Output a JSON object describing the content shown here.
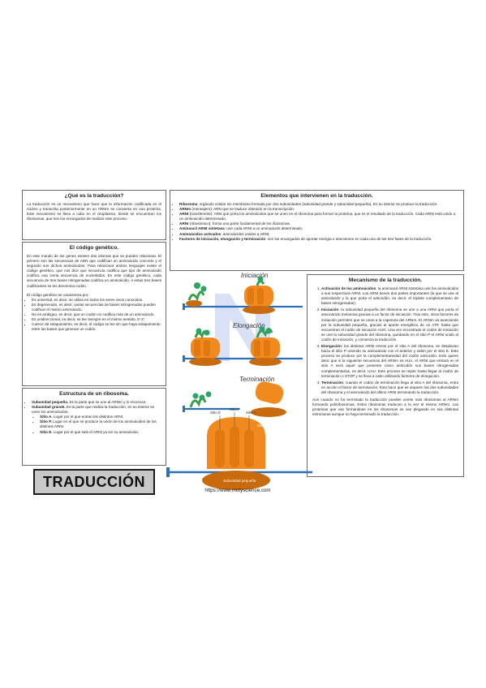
{
  "que_es": {
    "title": "¿Qué es la traducción?",
    "body": "La traducción es un mecanismo que hace que la información codificada en el núcleo y transcrita posteriormente en un ARNm se convierta en una proteína. Este mecanismo se lleva a cabo en el citoplasma, donde se encuentran los ribosomas, que son los encargados de realizar este proceso."
  },
  "codigo": {
    "title": "El código genético.",
    "intro": "En este mundo de los genes existen dos idiomas que se pueden relacionar. El primero son las secuencias de ADN que codifican un aminoácido concreto y el segundo son dichos aminoácidos. Para relacionar ambos lenguajes existe el código genético, que nos dice que secuencia codifica que tipo de aminoácido codifica una cierta secuencia de nucleótidos. En este código genético, cada secuencia de tres bases nitrogenadas codifica un aminoácido. A estas tres bases codificantes se les denomina codón.",
    "lead": "El código genético se caracteriza por:",
    "items": [
      "Es universal, es decir, se utiliza en todos los seres vivos conocidos.",
      "Es degenerado, es decir, varias secuencias de bases nitrogenadas pueden codificar el mismo aminoácido.",
      "No es ambiguo, es decir, que un codón no codifica más de un aminoácido.",
      "Es unidireccional, es decir, se lee siempre en el mismo sentido, 5'-3'.",
      "Carece de solapamiento, es decir, el código se lee sin que haya solapamiento entre las bases que generan un codón."
    ]
  },
  "estructura": {
    "title": "Estructura de un ribosoma.",
    "items": [
      {
        "k": "Subunidad pequeña.",
        "t": " Es la parte que se une al ARNm y lo reconoce."
      },
      {
        "k": "Subunidad grande.",
        "t": " Es la parte que realiza la traducción, en su interior se unen los aminoácidos."
      }
    ],
    "sitios": [
      {
        "k": "Sitio A.",
        "t": " Lugar por el que entran los distintos ARNt."
      },
      {
        "k": "Sitio P.",
        "t": " Lugar en el que se produce la unión de los aminoácidos de los distintos ARNt."
      },
      {
        "k": "Sitio E.",
        "t": " Lugar por el que sale el ARNt ya sin su aminoácido."
      }
    ]
  },
  "banner": "TRADUCCIÓN",
  "elementos": {
    "title": "Elementos que intervienen en la traducción.",
    "items": [
      {
        "k": "Ribosoma",
        "t": ": orgánulo celular sin membrana formado por dos subunidades (subunidad grande y subunidad pequeña). En su interior se produce la traducción."
      },
      {
        "k": "ARNm",
        "t": " (mensajero): ARN que se traduce obtenido en la transcripción."
      },
      {
        "k": "ARNt",
        "t": " (transferente): ARN que porta los aminoácidos que se unen en el ribosoma para formar la proteína, que es el resultado de la traducción. Cada ARNt está unido a un aminoácido determinado."
      },
      {
        "k": "ARNr",
        "t": " (ribosómico): forma una parte fundamental de los ribosomas."
      },
      {
        "k": "Aminoacil ARNt sintetasa",
        "t": ": une cada ARNt a un aminoácido determinado."
      },
      {
        "k": "Aminoácidos activados",
        "t": ": aminoácidos unidos a ARNt."
      },
      {
        "k": "Factores de iniciación, elongación y terminación",
        "t": ": son los encargados de aportar energía e intervienen en cada una de las tres fases de la traducción."
      }
    ]
  },
  "mecanismo": {
    "title": "Mecanismo de la traducción.",
    "steps": [
      {
        "k": "Activación de los aminoácidos",
        "t": ": la aminoacil ARNt sintetasa une los aminoácidos a sus respectivos ARNt. Los ARNt tienen dos partes importantes (la que se une al aminoácido y la que porta el anticodón, es decir, el triplete complementario de bases nitrogenadas)."
      },
      {
        "k": "Iniciación",
        "t": ": la subunidad pequeña del ribosoma se une a una ARNt que porta el aminoácido metionina gracias a un factor de iniciación. Tras esto, otros factores de iniciación permiten que se unan a la caperuza del ARNm. El ARNm va avanzando por la subunidad pequeña, gracias al aporte energético de un ATP, hasta que encuentran el codón de iniciación AUG. Una vez encontrado el codón de iniciación se une la subunidad grande del ribosoma, quedando en el sitio P el ARNt unido al codón de iniciación, y comienza la traducción."
      },
      {
        "k": "Elongación",
        "t": ": los distintos ARNt entran por el sitio A del ribosoma, se desplazan hacia el sitio P uniendo su aminoácido con el anterior y salen por el sitio E. Este proceso se produce por la complementariedad del codón anticodón. Esto quiere decir que si la siguiente secuencia del ARNm es AUA, el ARNt que entrará en el sitio A será aquel que presente como anticodón sus bases nitrogenadas complementarias, es decir, UAU. Este proceso se repite hasta llegar al codón de terminación o STOP y se lleva a cabo utilizando factores de elongación."
      },
      {
        "k": "Terminación",
        "t": ": cuando el codón de terminación llega al sitio A del ribosoma, entra en acción el factor de terminación. Esto hace que se separen las dos subunidades del ribosoma y el aminoácido del último ARNt terminando la traducción."
      }
    ],
    "closing": "Aun cuando no ha terminado la traducción pueden unirse más ribosomas al ARNm formando polirribosomas. Estos ribosomas traducen a la vez el mismo ARNm. Las proteínas que van formándose en los ribosomas se van plegando en sus distintas estructuras aunque no haya terminado la traducción."
  },
  "diagram": {
    "labels": [
      "Iniciación",
      "Elongación",
      "Terminación"
    ],
    "ribosome_labels": [
      "Sitio E",
      "Sitio P",
      "Sitio A",
      "Subunidad grande",
      "Subunidad pequeña"
    ],
    "url": "https://www.motyscience.com",
    "colors": {
      "ribosome": "#f08a1e",
      "ribosome_dark": "#c96a0c",
      "trna": "#3a9e4a",
      "mrna": "#2f6fb8",
      "aminoacid": "#2aa566",
      "logo": "#b8c8ee"
    }
  }
}
